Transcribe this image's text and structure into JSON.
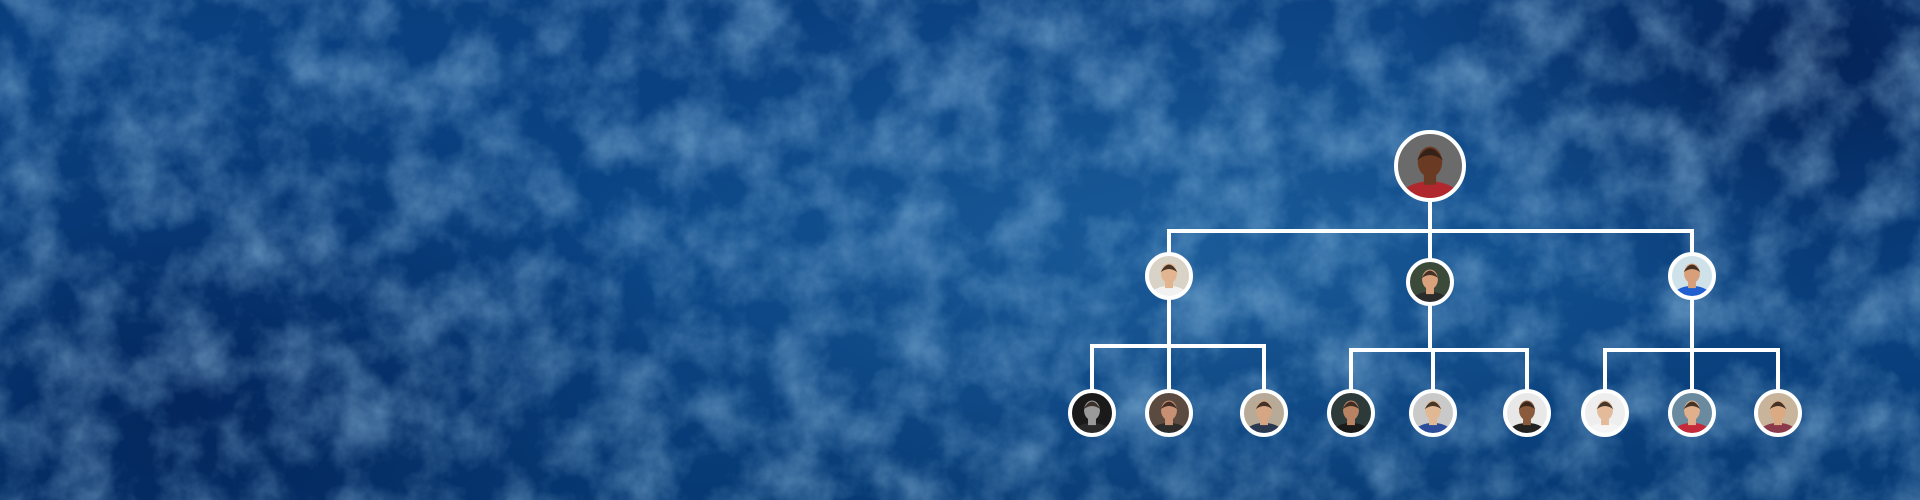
{
  "diagram": {
    "type": "org-chart",
    "colors": {
      "background": "#0a4484",
      "connector": "#ffffff",
      "avatar_ring": "#ffffff"
    },
    "nodes": [
      {
        "id": "root",
        "level": 0,
        "parent": null,
        "icon": "person-avatar",
        "bg": "#6b6b6b",
        "skin": "#6b3a22",
        "shirt": "#b0282e"
      },
      {
        "id": "m1",
        "level": 1,
        "parent": "root",
        "icon": "person-avatar",
        "bg": "#d9d2c6",
        "skin": "#e2b48f",
        "shirt": "#f2f2f2"
      },
      {
        "id": "m2",
        "level": 1,
        "parent": "root",
        "icon": "person-avatar",
        "bg": "#3c4a3a",
        "skin": "#d9a27c",
        "shirt": "#2b2b2b"
      },
      {
        "id": "m3",
        "level": 1,
        "parent": "root",
        "icon": "person-avatar",
        "bg": "#cfe2ea",
        "skin": "#d7a07a",
        "shirt": "#1f5fd0"
      },
      {
        "id": "e1",
        "level": 2,
        "parent": "m1",
        "icon": "person-avatar",
        "bg": "#1a1a1a",
        "skin": "#9a9a9a",
        "shirt": "#2a2a2a"
      },
      {
        "id": "e2",
        "level": 2,
        "parent": "m1",
        "icon": "person-avatar",
        "bg": "#5a4a40",
        "skin": "#c89072",
        "shirt": "#2c2c2c"
      },
      {
        "id": "e3",
        "level": 2,
        "parent": "m1",
        "icon": "person-avatar",
        "bg": "#b7aa96",
        "skin": "#d6a583",
        "shirt": "#2a3850"
      },
      {
        "id": "e4",
        "level": 2,
        "parent": "m2",
        "icon": "person-avatar",
        "bg": "#2d3a3a",
        "skin": "#b98363",
        "shirt": "#1a1a1a"
      },
      {
        "id": "e5",
        "level": 2,
        "parent": "m2",
        "icon": "person-avatar",
        "bg": "#c9c9c9",
        "skin": "#e0b894",
        "shirt": "#2b4d9a"
      },
      {
        "id": "e6",
        "level": 2,
        "parent": "m2",
        "icon": "person-avatar",
        "bg": "#e8e8e8",
        "skin": "#8a5a3c",
        "shirt": "#222222"
      },
      {
        "id": "e7",
        "level": 2,
        "parent": "m3",
        "icon": "person-avatar",
        "bg": "#eeeeee",
        "skin": "#e3bb9a",
        "shirt": "#f5f5f5"
      },
      {
        "id": "e8",
        "level": 2,
        "parent": "m3",
        "icon": "person-avatar",
        "bg": "#6a8aa0",
        "skin": "#e0b08c",
        "shirt": "#c42a3a"
      },
      {
        "id": "e9",
        "level": 2,
        "parent": "m3",
        "icon": "person-avatar",
        "bg": "#c8b49a",
        "skin": "#dba982",
        "shirt": "#8a3a4a"
      }
    ]
  }
}
